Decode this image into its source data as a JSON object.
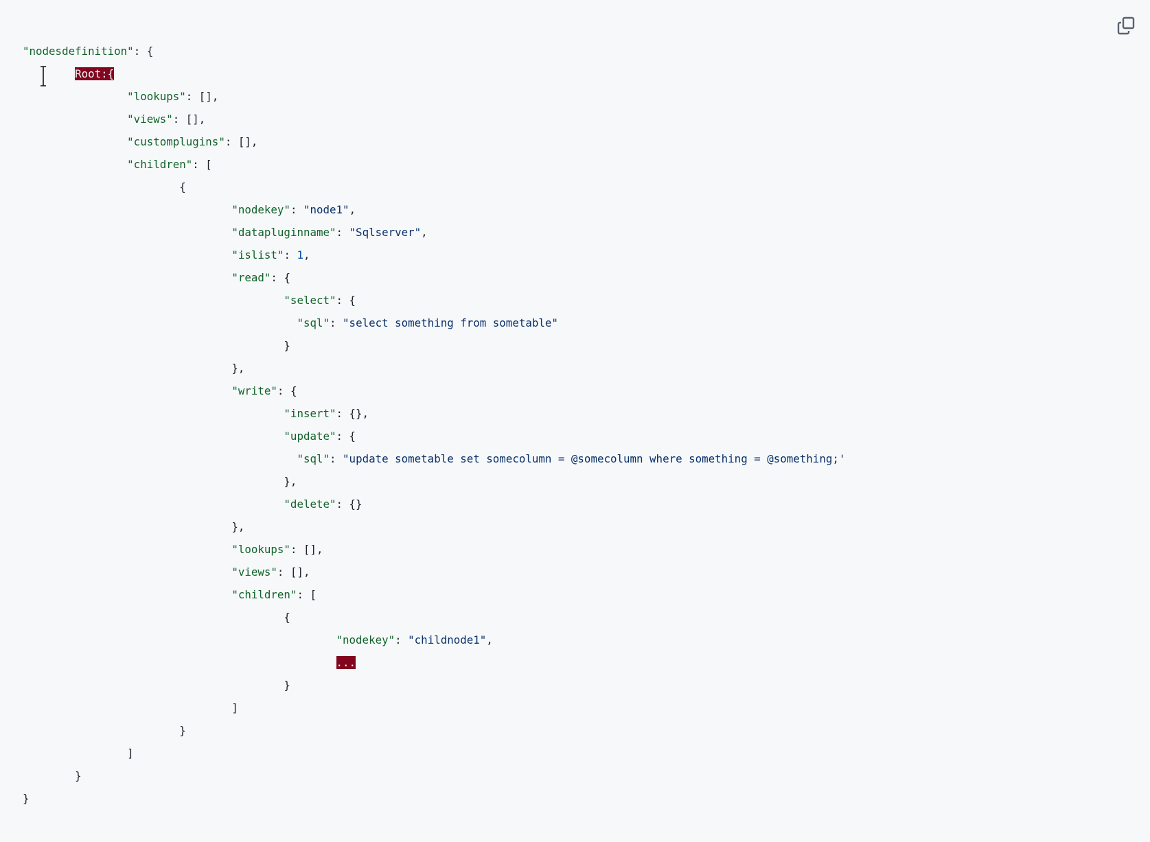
{
  "colors": {
    "background": "#f6f8fa",
    "key": "#116329",
    "string": "#0a3069",
    "number": "#0550ae",
    "punctuation": "#1f2328",
    "error_bg": "#82071e"
  },
  "toolbar": {
    "copy_icon": "copy-icon"
  },
  "code": [
    [
      [
        "k",
        "\"nodesdefinition\""
      ],
      [
        "p",
        ": {"
      ]
    ],
    [
      [
        "p",
        "\t"
      ],
      [
        "e",
        "Root:{"
      ]
    ],
    [
      [
        "p",
        "\t\t"
      ],
      [
        "k",
        "\"lookups\""
      ],
      [
        "p",
        ": [],"
      ]
    ],
    [
      [
        "p",
        "\t\t"
      ],
      [
        "k",
        "\"views\""
      ],
      [
        "p",
        ": [],"
      ]
    ],
    [
      [
        "p",
        "\t\t"
      ],
      [
        "k",
        "\"customplugins\""
      ],
      [
        "p",
        ": [],"
      ]
    ],
    [
      [
        "p",
        "\t\t"
      ],
      [
        "k",
        "\"children\""
      ],
      [
        "p",
        ": ["
      ]
    ],
    [
      [
        "p",
        "\t\t\t{"
      ]
    ],
    [
      [
        "p",
        "\t\t\t\t"
      ],
      [
        "k",
        "\"nodekey\""
      ],
      [
        "p",
        ": "
      ],
      [
        "s",
        "\"node1\""
      ],
      [
        "p",
        ","
      ]
    ],
    [
      [
        "p",
        "\t\t\t\t"
      ],
      [
        "k",
        "\"datapluginname\""
      ],
      [
        "p",
        ": "
      ],
      [
        "s",
        "\"Sqlserver\""
      ],
      [
        "p",
        ","
      ]
    ],
    [
      [
        "p",
        "\t\t\t\t"
      ],
      [
        "k",
        "\"islist\""
      ],
      [
        "p",
        ": "
      ],
      [
        "n",
        "1"
      ],
      [
        "p",
        ","
      ]
    ],
    [
      [
        "p",
        "\t\t\t\t"
      ],
      [
        "k",
        "\"read\""
      ],
      [
        "p",
        ": {"
      ]
    ],
    [
      [
        "p",
        "\t\t\t\t\t"
      ],
      [
        "k",
        "\"select\""
      ],
      [
        "p",
        ": {"
      ]
    ],
    [
      [
        "p",
        "\t\t\t\t\t  "
      ],
      [
        "k",
        "\"sql\""
      ],
      [
        "p",
        ": "
      ],
      [
        "s",
        "\"select something from sometable\""
      ]
    ],
    [
      [
        "p",
        "\t\t\t\t\t}"
      ]
    ],
    [
      [
        "p",
        "\t\t\t\t},"
      ]
    ],
    [
      [
        "p",
        "\t\t\t\t"
      ],
      [
        "k",
        "\"write\""
      ],
      [
        "p",
        ": {"
      ]
    ],
    [
      [
        "p",
        "\t\t\t\t\t"
      ],
      [
        "k",
        "\"insert\""
      ],
      [
        "p",
        ": {},"
      ]
    ],
    [
      [
        "p",
        "\t\t\t\t\t"
      ],
      [
        "k",
        "\"update\""
      ],
      [
        "p",
        ": {"
      ]
    ],
    [
      [
        "p",
        "\t\t\t\t\t  "
      ],
      [
        "k",
        "\"sql\""
      ],
      [
        "p",
        ": "
      ],
      [
        "s",
        "\"update sometable set somecolumn = @somecolumn where something = @something;'"
      ]
    ],
    [
      [
        "p",
        "\t\t\t\t\t},"
      ]
    ],
    [
      [
        "p",
        "\t\t\t\t\t"
      ],
      [
        "k",
        "\"delete\""
      ],
      [
        "p",
        ": {}"
      ]
    ],
    [
      [
        "p",
        "\t\t\t\t},"
      ]
    ],
    [
      [
        "p",
        "\t\t\t\t"
      ],
      [
        "k",
        "\"lookups\""
      ],
      [
        "p",
        ": [],"
      ]
    ],
    [
      [
        "p",
        "\t\t\t\t"
      ],
      [
        "k",
        "\"views\""
      ],
      [
        "p",
        ": [],"
      ]
    ],
    [
      [
        "p",
        "\t\t\t\t"
      ],
      [
        "k",
        "\"children\""
      ],
      [
        "p",
        ": ["
      ]
    ],
    [
      [
        "p",
        "\t\t\t\t\t{"
      ]
    ],
    [
      [
        "p",
        "\t\t\t\t\t\t"
      ],
      [
        "k",
        "\"nodekey\""
      ],
      [
        "p",
        ": "
      ],
      [
        "s",
        "\"childnode1\""
      ],
      [
        "p",
        ","
      ]
    ],
    [
      [
        "p",
        "\t\t\t\t\t\t"
      ],
      [
        "e",
        "..."
      ]
    ],
    [
      [
        "p",
        "\t\t\t\t\t}"
      ]
    ],
    [
      [
        "p",
        "\t\t\t\t]"
      ]
    ],
    [
      [
        "p",
        "\t\t\t}"
      ]
    ],
    [
      [
        "p",
        "\t\t]"
      ]
    ],
    [
      [
        "p",
        "\t}"
      ]
    ],
    [
      [
        "p",
        "}"
      ]
    ]
  ]
}
